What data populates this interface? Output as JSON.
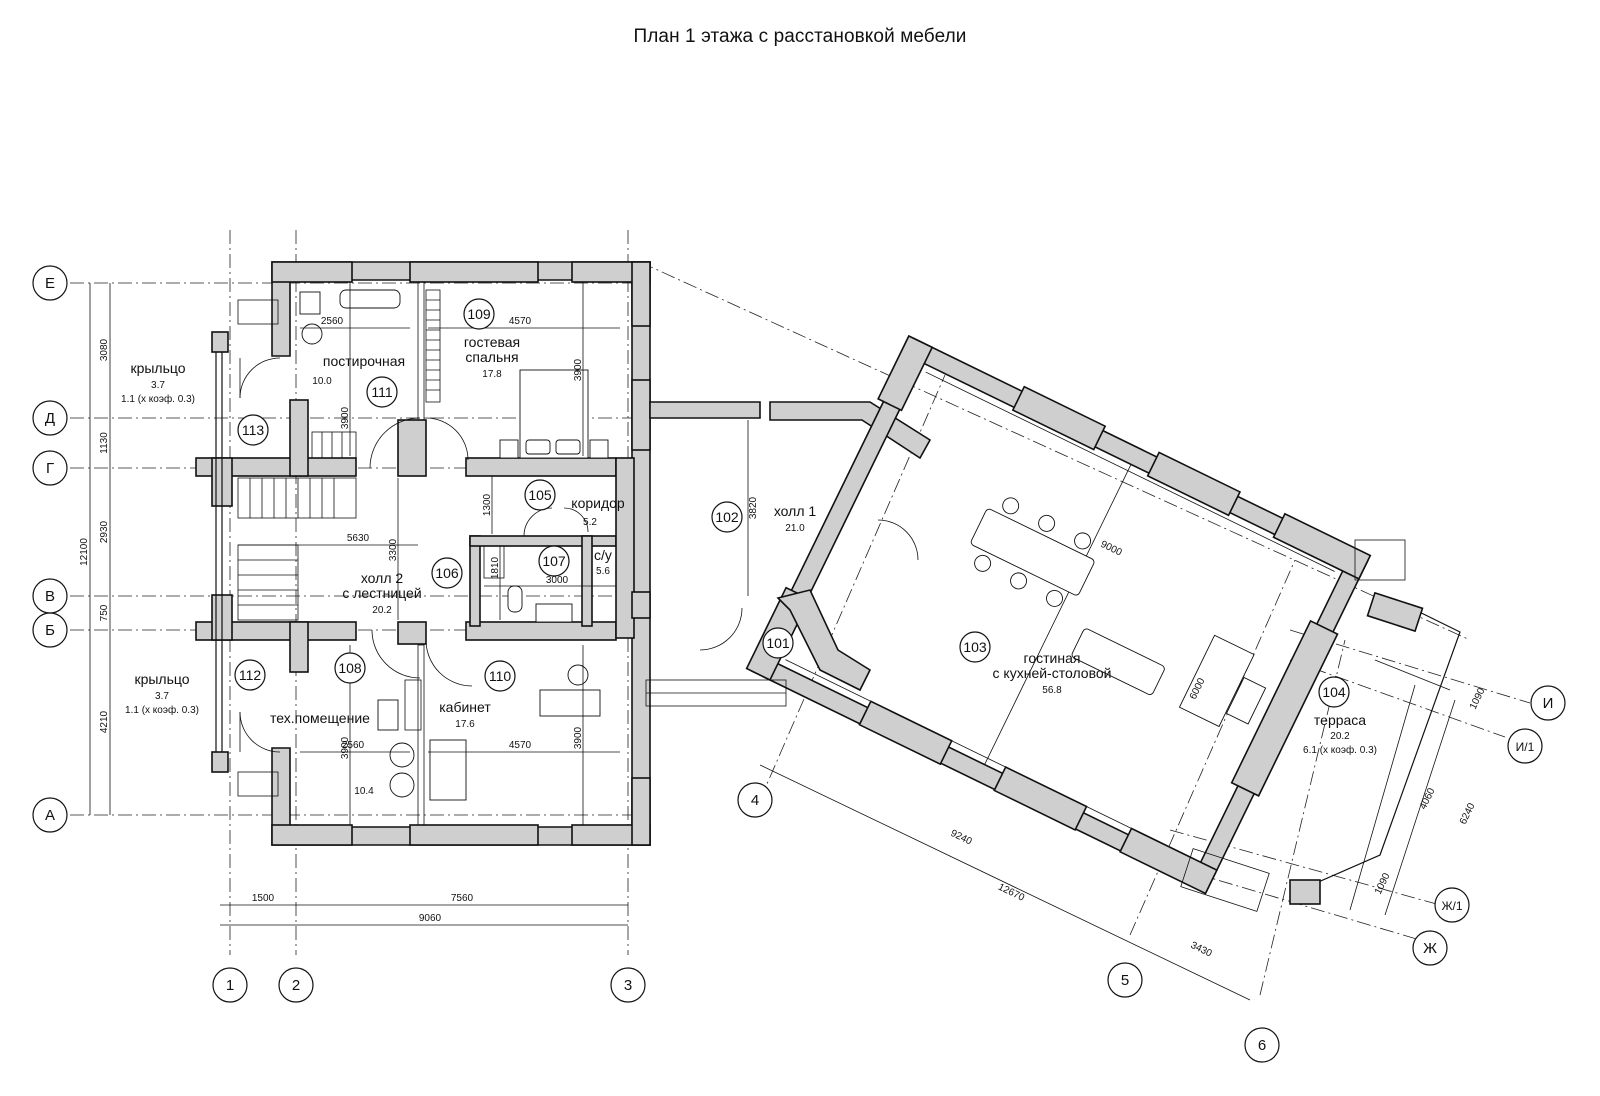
{
  "title": "План 1 этажа с расстановкой мебели",
  "axes": {
    "rows": [
      "Е",
      "Д",
      "Г",
      "В",
      "Б",
      "А"
    ],
    "cols": [
      "1",
      "2",
      "3"
    ],
    "diag_cols": [
      "4",
      "5",
      "6"
    ],
    "diag_rows": [
      "И",
      "И/1",
      "Ж/1",
      "Ж"
    ]
  },
  "rooms": [
    {
      "num": "101",
      "name": "",
      "area": ""
    },
    {
      "num": "102",
      "name": "холл 1",
      "area": "21.0"
    },
    {
      "num": "103",
      "name": "гостиная",
      "name2": "с кухней-столовой",
      "area": "56.8"
    },
    {
      "num": "104",
      "name": "терраса",
      "area": "20.2",
      "area2": "6.1 (х коэф. 0.3)"
    },
    {
      "num": "105",
      "name": "коридор",
      "area": "5.2"
    },
    {
      "num": "106",
      "name": "холл 2",
      "name2": "с лестницей",
      "area": "20.2"
    },
    {
      "num": "107",
      "name": "с/у",
      "area": "5.6"
    },
    {
      "num": "108",
      "name": "тех.помещение",
      "area": "10.4"
    },
    {
      "num": "109",
      "name": "гостевая",
      "name2": "спальня",
      "area": "17.8"
    },
    {
      "num": "110",
      "name": "кабинет",
      "area": "17.6"
    },
    {
      "num": "111",
      "name": "постирочная",
      "area": "10.0"
    },
    {
      "num": "112",
      "name": "крыльцо",
      "area": "3.7",
      "area2": "1.1 (х коэф. 0.3)"
    },
    {
      "num": "113",
      "name": "крыльцо",
      "area": "3.7",
      "area2": "1.1 (х коэф. 0.3)"
    }
  ],
  "dims": {
    "left_total": "12100",
    "left_segments": [
      "3080",
      "1130",
      "2930",
      "750",
      "4210"
    ],
    "bottom_segments": [
      "1500",
      "7560"
    ],
    "bottom_total": "9060",
    "interior": [
      "2560",
      "4570",
      "3900",
      "3900",
      "5630",
      "3300",
      "1300",
      "1810",
      "3000",
      "2560",
      "4570",
      "3900",
      "3900",
      "3820",
      "9000",
      "6000"
    ],
    "diag_bottom": [
      "9240",
      "12670",
      "3430"
    ],
    "diag_right": [
      "1090",
      "4060",
      "6240",
      "1090"
    ]
  }
}
